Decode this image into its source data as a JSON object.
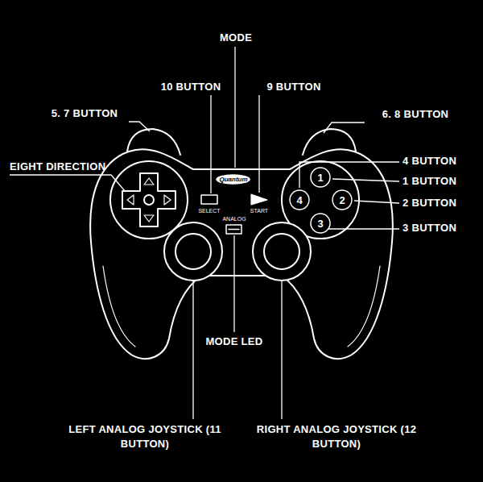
{
  "diagram": {
    "nodes": [
      {
        "text": [
          "Quantum"
        ]
      },
      {
        "text": [
          "1"
        ]
      },
      {
        "text": [
          "4"
        ]
      },
      {
        "text": [
          "2"
        ]
      },
      {
        "text": [
          "3"
        ]
      }
    ],
    "labels": [
      "MODE",
      "10 BUTTON",
      "9 BUTTON",
      "5. 7 BUTTON",
      "6. 8 BUTTON",
      "EIGHT DIRECTION",
      "4 BUTTON",
      "1 BUTTON",
      "2 BUTTON",
      "3 BUTTON",
      "SELECT",
      "ANALOG",
      "START",
      "MODE LED",
      "LEFT ANALOG JOYSTICK (11 BUTTON)",
      "RIGHT ANALOG JOYSTICK (12 BUTTON)"
    ]
  }
}
